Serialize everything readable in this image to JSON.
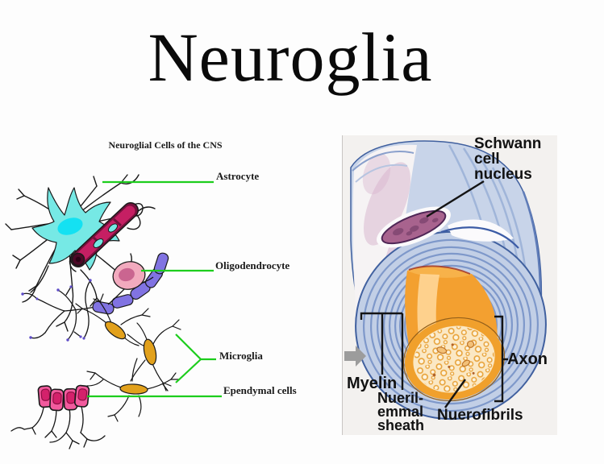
{
  "title": "Neuroglia",
  "cns_panel": {
    "heading": "Neuroglial Cells of the CNS",
    "labels": {
      "astrocyte": "Astrocyte",
      "oligodendrocyte": "Oligodendrocyte",
      "microglia": "Microglia",
      "ependymal": "Ependymal cells"
    }
  },
  "nerve_panel": {
    "labels": {
      "schwann": "Schwann\ncell\nnucleus",
      "myelin": "Myelin",
      "neurilemmal": "Nueril-\nemmal\nsheath",
      "neurofibrils": "Nuerofibrils",
      "axon": "Axon"
    }
  },
  "colors": {
    "leader_green": "#1dcd1d",
    "astrocyte_cyan": "#76e9e5",
    "astrocyte_nucleus_cyan": "#14e1f2",
    "vessel_crimson": "#c51f63",
    "oligo_body_pink": "#f2aabe",
    "oligo_myelin_purple": "#8173e2",
    "microglia_gold": "#e2a11c",
    "ependymal_pink": "#f25b9e",
    "nerve_myelin_blue": "#c2cfe6",
    "schwann_nucleus_purple": "#a8638e",
    "axon_orange": "#f3a030",
    "axon_face_cream": "#fbe8c4",
    "arrow_gray": "#9c9c9c"
  }
}
